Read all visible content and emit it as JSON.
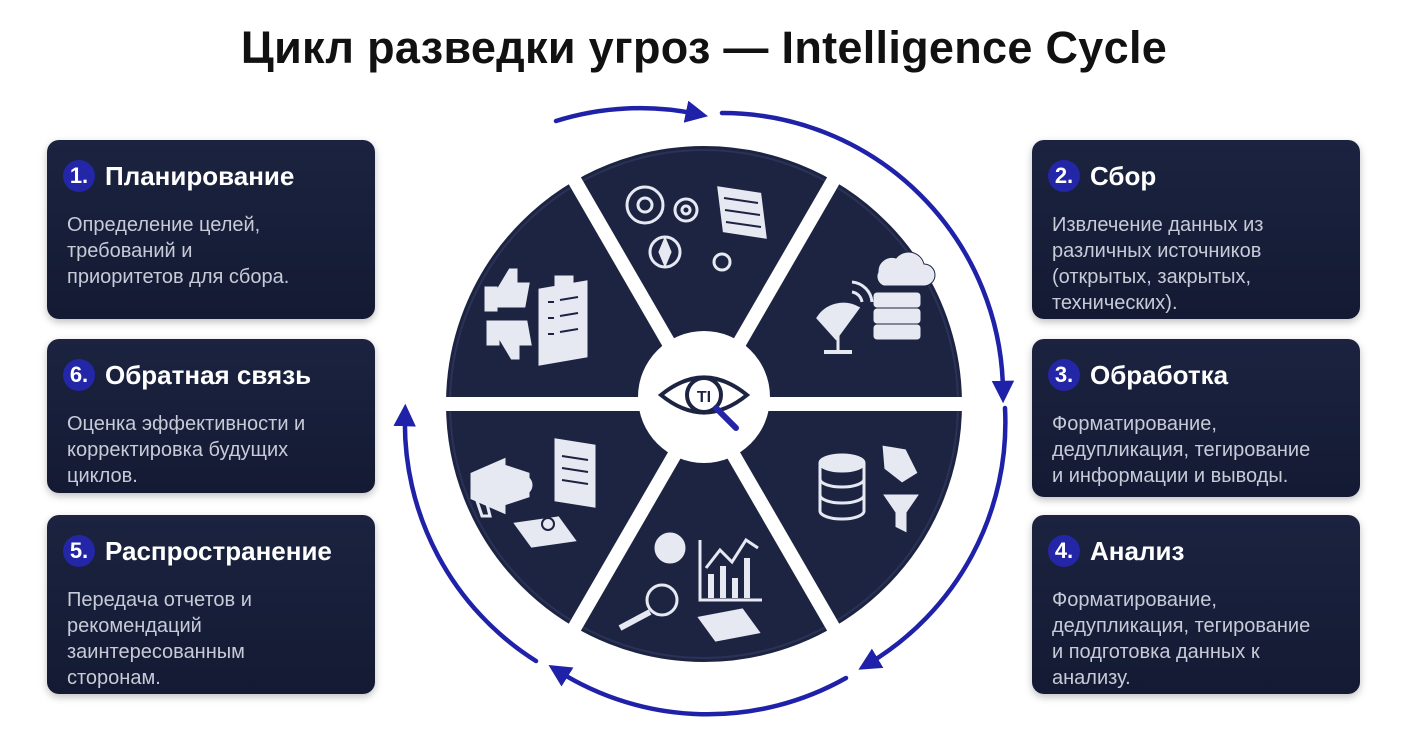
{
  "title": "Цикл разведки угроз — Intelligence Cycle",
  "center": {
    "label": "TI",
    "icon": "eye-magnifier-icon"
  },
  "colors": {
    "card_bg": "#1b2340",
    "badge": "#2426a8",
    "arrow": "#1f22a8",
    "segment": "#1d2442",
    "separator": "#ffffff"
  },
  "steps": [
    {
      "num": "1.",
      "title": "Планирование",
      "lines": [
        "Определение целей,",
        "требований и",
        "приоритетов для сбора."
      ],
      "icon": "gears-compass-calendar-icon"
    },
    {
      "num": "2.",
      "title": "Сбор",
      "lines": [
        "Извлечение данных из",
        "различных источников",
        "(открытых, закрытых,",
        "технических)."
      ],
      "icon": "satellite-cloud-server-icon"
    },
    {
      "num": "3.",
      "title": "Обработка",
      "lines": [
        "Форматирование,",
        "дедупликация, тегирование",
        "и  информации и выводы."
      ],
      "icon": "database-tag-filter-icon"
    },
    {
      "num": "4.",
      "title": "Анализ",
      "lines": [
        "Форматирование,",
        "дедупликация, тегирование",
        "и подготовка данных к",
        "анализу."
      ],
      "icon": "charts-magnifier-icon"
    },
    {
      "num": "5.",
      "title": "Распространение",
      "lines": [
        "Передача отчетов и",
        "рекомендаций",
        "заинтересованным",
        "сторонам."
      ],
      "icon": "megaphone-document-mail-icon"
    },
    {
      "num": "6.",
      "title": "Обратная связь",
      "lines": [
        "Оценка эффективности и",
        "корректировка будущих",
        "циклов."
      ],
      "icon": "thumbs-checklist-icon"
    }
  ]
}
